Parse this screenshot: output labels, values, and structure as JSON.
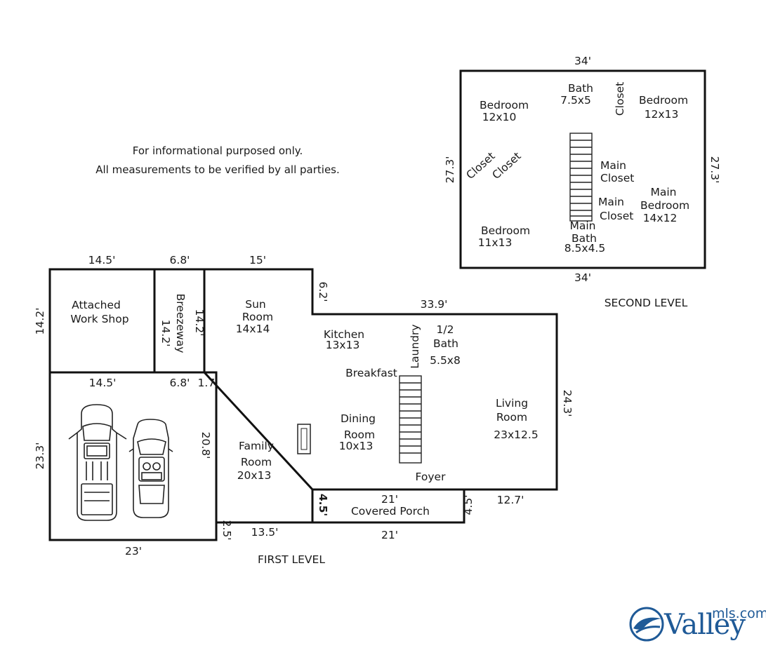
{
  "disclaimer": {
    "line1": "For informational purposed only.",
    "line2": "All measurements to be verified by all parties."
  },
  "levels": {
    "first": "FIRST LEVEL",
    "second": "SECOND LEVEL"
  },
  "second_level": {
    "dim_top": "34'",
    "dim_bottom": "34'",
    "dim_left": "27.3'",
    "dim_right": "27.3'",
    "bedroom_nw": {
      "name": "Bedroom",
      "size": "12x10"
    },
    "bath": {
      "name": "Bath",
      "size": "7.5x5"
    },
    "closet_top": "Closet",
    "bedroom_ne": {
      "name": "Bedroom",
      "size": "12x13"
    },
    "closet_a": "Closet",
    "closet_b": "Closet",
    "main_closet_1": {
      "line1": "Main",
      "line2": "Closet"
    },
    "main_closet_2": {
      "line1": "Main",
      "line2": "Closet"
    },
    "main_bedroom": {
      "line1": "Main",
      "line2": "Bedroom",
      "size": "14x12"
    },
    "bedroom_sw": {
      "name": "Bedroom",
      "size": "11x13"
    },
    "main_bath": {
      "line1": "Main",
      "line2": "Bath",
      "size": "8.5x4.5"
    }
  },
  "first_level": {
    "dim_workshop_top": "14.5'",
    "dim_breezeway_top": "6.8'",
    "dim_sunroom_top": "15'",
    "dim_sunroom_step": "6.2'",
    "dim_main_top": "33.9'",
    "dim_workshop_left": "14.2'",
    "dim_breezeway_right": "14.2'",
    "dim_garage_top_a": "14.5'",
    "dim_garage_top_b": "6.8'",
    "dim_garage_top_c": "1.7'",
    "dim_garage_left": "23.3'",
    "dim_garage_right": "20.8'",
    "dim_garage_bottom": "23'",
    "dim_garage_step": "2.5'",
    "dim_family_bottom": "13.5'",
    "dim_right": "24.3'",
    "dim_porch_left": "4.5'",
    "dim_porch_right": "4.5'",
    "dim_porch_top": "21'",
    "dim_porch_bottom": "21'",
    "dim_front_right": "12.7'",
    "workshop": {
      "line1": "Attached",
      "line2": "Work Shop"
    },
    "breezeway": {
      "name": "Breezeway",
      "size": "14.2'"
    },
    "sunroom": {
      "line1": "Sun",
      "line2": "Room",
      "size": "14x14"
    },
    "kitchen": {
      "name": "Kitchen",
      "size": "13x13"
    },
    "laundry": "Laundry",
    "half_bath": {
      "line1": "1/2",
      "line2": "Bath",
      "size": "5.5x8"
    },
    "breakfast": "Breakfast",
    "dining": {
      "line1": "Dining",
      "line2": "Room",
      "size": "10x13"
    },
    "family": {
      "line1": "Family",
      "line2": "Room",
      "size": "20x13"
    },
    "living": {
      "line1": "Living",
      "line2": "Room",
      "size": "23x12.5"
    },
    "foyer": "Foyer",
    "porch": "Covered Porch"
  },
  "logo": {
    "word": "Valley",
    "suffix": "mls.com",
    "color": "#1f5a97"
  }
}
